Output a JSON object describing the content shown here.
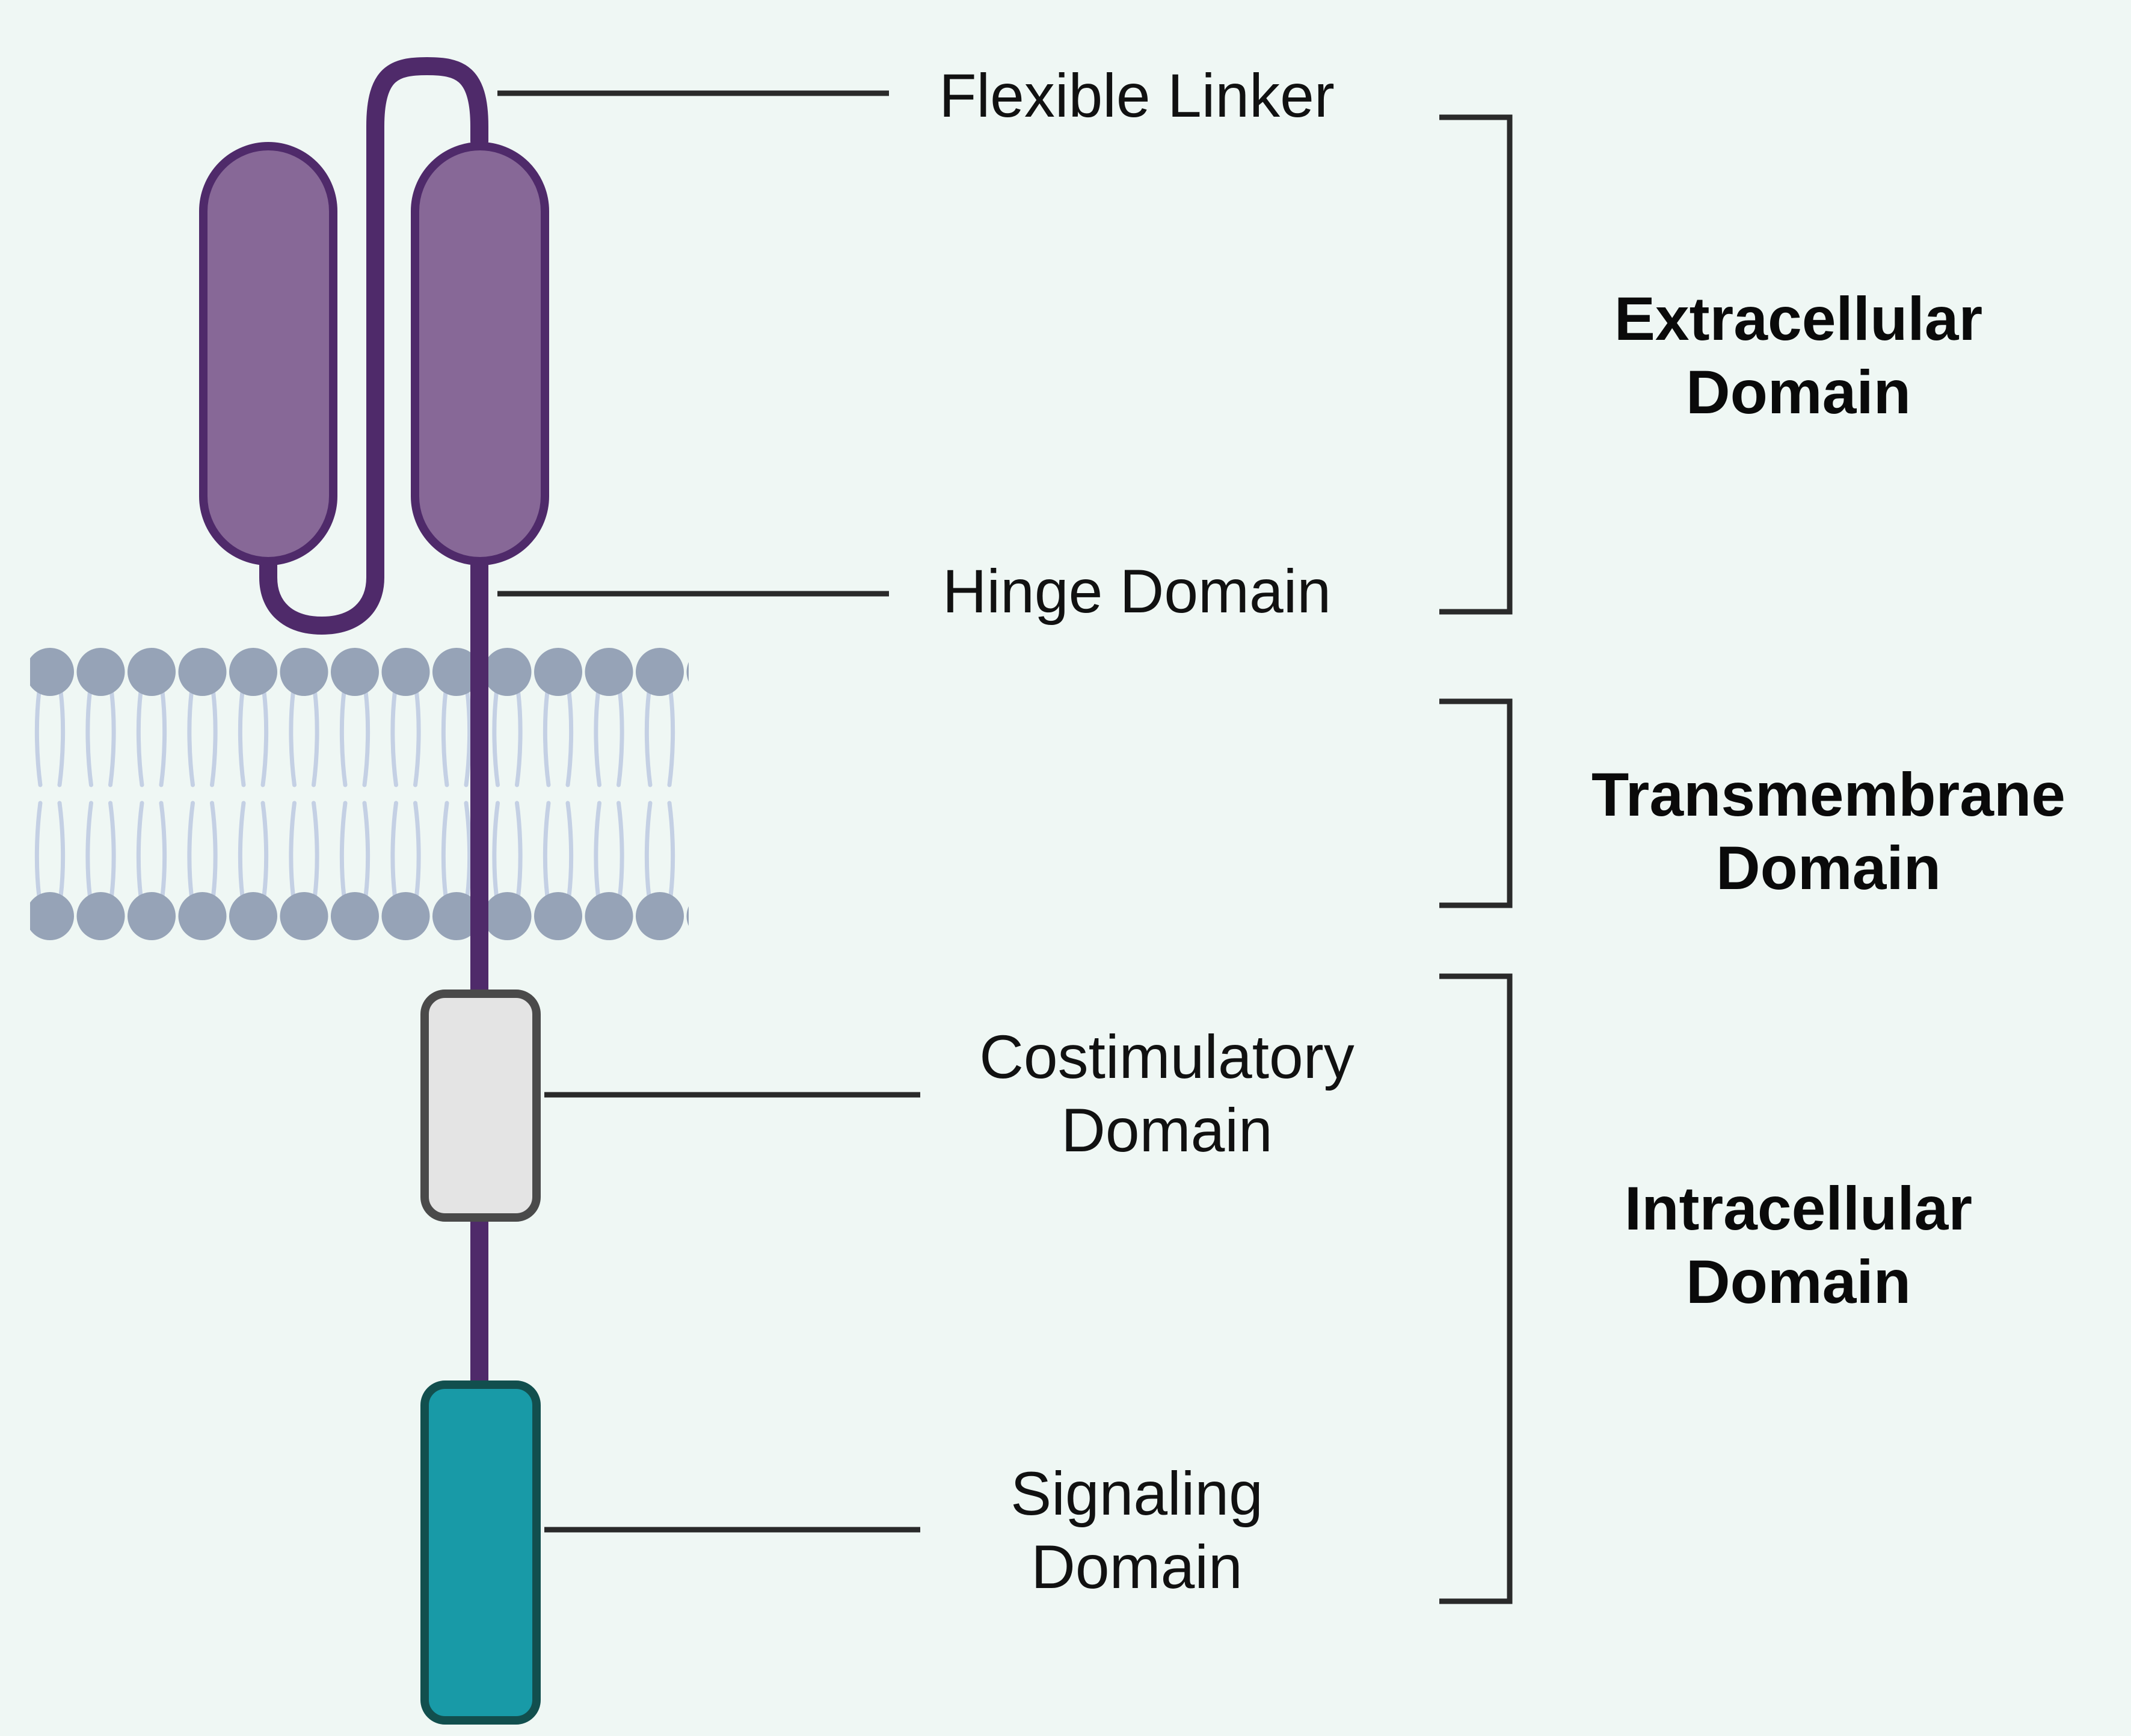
{
  "labels": {
    "flexible_linker": "Flexible Linker",
    "hinge_domain": "Hinge Domain",
    "costimulatory_domain": "Costimulatory\nDomain",
    "signaling_domain": "Signaling\nDomain"
  },
  "groups": {
    "extracellular": "Extracellular\nDomain",
    "transmembrane": "Transmembrane\nDomain",
    "intracellular": "Intracellular\nDomain"
  },
  "colors": {
    "background": "#eff7f4",
    "scfv_fill": "#876897",
    "scfv_stroke": "#4f2a6a",
    "costim_fill": "#e4e4e4",
    "costim_stroke": "#4a4a4a",
    "signaling_fill": "#189aa7",
    "signaling_stroke": "#124f4e",
    "lipid_head": "#96a3b7",
    "lipid_tail": "#c4d0e4",
    "leader_line": "#2a2a2a"
  }
}
